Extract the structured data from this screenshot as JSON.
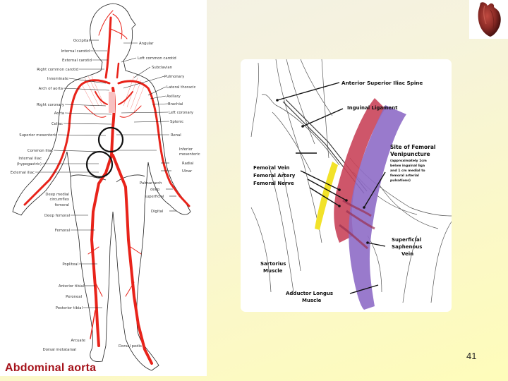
{
  "slide": {
    "caption": "Abdominal aorta",
    "page_number": "41",
    "colors": {
      "caption": "#a5121a",
      "artery": "#e8231a",
      "vein": "#8e6cc7",
      "nerve": "#f2e229",
      "bg_top": "#f2f0e8",
      "bg_bottom": "#fefcba"
    }
  },
  "left_figure": {
    "title": "Arterial system diagram",
    "labels_left": [
      "Occipital",
      "Internal carotid",
      "External carotid",
      "Right common carotid",
      "Innominate",
      "Arch of aorta",
      "Right coronary",
      "Aorta",
      "Celiac",
      "Superior mesenteric",
      "Common iliac",
      "Internal iliac",
      "(hypogastric)",
      "External iliac",
      "Deep medial",
      "circumflex",
      "femoral",
      "Deep femoral",
      "Femoral",
      "Popliteal",
      "Anterior tibial",
      "Peroneal",
      "Posterior tibial",
      "Arcuate",
      "Dorsal metatarsal"
    ],
    "labels_right": [
      "Angular",
      "Left common carotid",
      "Subclavian",
      "Pulmonary",
      "Lateral thoracic",
      "Axillary",
      "Brachial",
      "Left coronary",
      "Splenic",
      "Renal",
      "Inferior",
      "mesenteric",
      "Radial",
      "Ulnar",
      "Palmar arch",
      "deep",
      "superficial",
      "Digital",
      "Dorsal pedis"
    ]
  },
  "right_figure": {
    "labels": {
      "asis": "Anterior Superior Iliac Spine",
      "inguinal": "Inguinal Ligament",
      "site_title_1": "Site of Femoral",
      "site_title_2": "Venipuncture",
      "site_note_1": "(approximately 1cm",
      "site_note_2": "below inguinal liga",
      "site_note_3": "and 1 cm medial to",
      "site_note_4": "femoral arterial",
      "site_note_5": "pulsations)",
      "fem_vein": "Femoral Vein",
      "fem_artery": "Femoral Artery",
      "fem_nerve": "Femoral Nerve",
      "superficial_1": "Superficial",
      "superficial_2": "Saphenous",
      "superficial_3": "Vein",
      "sartorius_1": "Sartorius",
      "sartorius_2": "Muscle",
      "adductor_1": "Adductor Longus",
      "adductor_2": "Muscle"
    }
  },
  "heart_icon": {
    "name": "heart-icon"
  }
}
